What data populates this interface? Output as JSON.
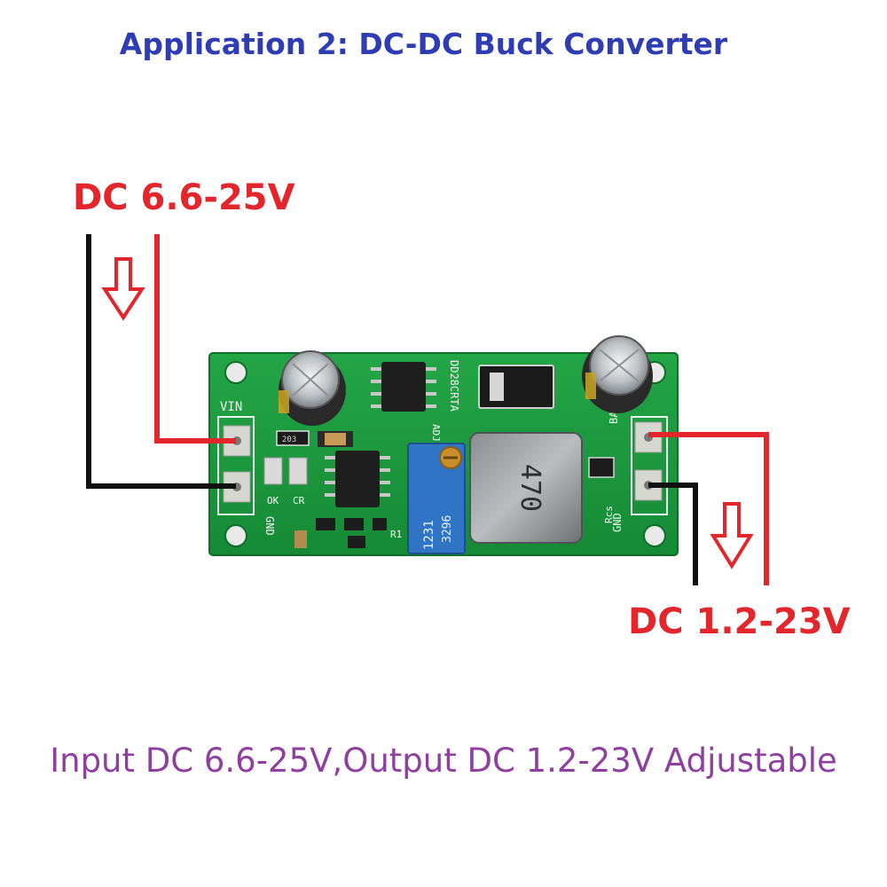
{
  "title": "Application 2:  DC-DC Buck Converter",
  "input_label": "DC 6.6-25V",
  "output_label": "DC 1.2-23V",
  "caption": "Input DC 6.6-25V,Output DC 1.2-23V Adjustable",
  "board": {
    "silkscreen": {
      "vin": "VIN",
      "gnd_left": "GND",
      "bat": "BAT",
      "gnd_right": "GND",
      "ok": "OK",
      "cr": "CR",
      "adj": "ADJ",
      "rcs": "Rcs",
      "r1": "R1",
      "model": "DD28CRTA",
      "inductor": "470",
      "trimmer": "3296",
      "trimmer_code": "1231",
      "res_code": "203"
    }
  },
  "colors": {
    "title": "#2f3db4",
    "label": "#e3262b",
    "caption": "#8e3fa0",
    "pcb": "#1d9b3f",
    "wire_positive": "#e3262b",
    "wire_negative": "#111111"
  }
}
